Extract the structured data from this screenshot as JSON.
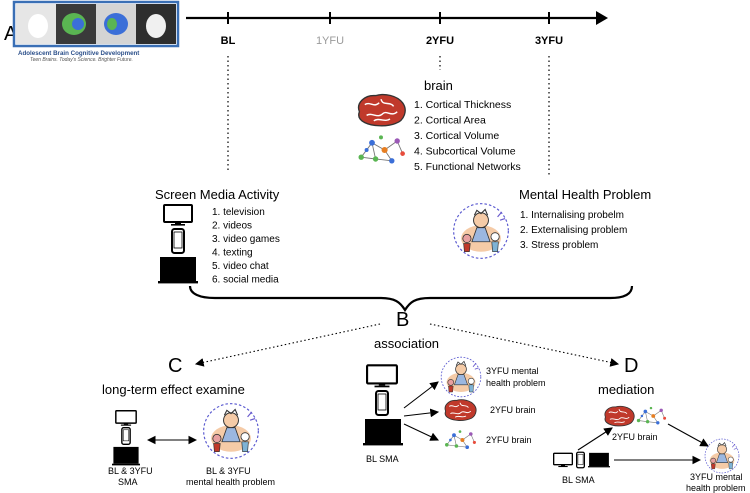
{
  "panel_labels": {
    "a": "A",
    "b": "B",
    "c": "C",
    "d": "D"
  },
  "logo": {
    "name": "Adolescent Brain Cognitive Development",
    "tagline": "Teen Brains. Today's Science. Brighter Future."
  },
  "timeline": {
    "points": [
      {
        "label": "BL",
        "emphasis": true
      },
      {
        "label": "1YFU",
        "emphasis": false
      },
      {
        "label": "2YFU",
        "emphasis": true
      },
      {
        "label": "3YFU",
        "emphasis": true
      }
    ]
  },
  "brain": {
    "title": "brain",
    "items": [
      "1. Cortical Thickness",
      "2. Cortical Area",
      "3. Cortical Volume",
      "4. Subcortical Volume",
      "5. Functional Networks"
    ]
  },
  "sma": {
    "title": "Screen Media Activity",
    "items": [
      "1. television",
      "2. videos",
      "3. video games",
      "4. texting",
      "5. video chat",
      "6. social media"
    ]
  },
  "mental": {
    "title": "Mental Health Problem",
    "items": [
      "1.  Internalising probelm",
      "2.  Externalising problem",
      "3.  Stress problem"
    ]
  },
  "association": {
    "title": "association",
    "targets": [
      "3YFU mental",
      "health problem",
      "2YFU brain",
      "2YFU brain"
    ],
    "source_label": "BL SMA"
  },
  "long_term": {
    "title": "long-term effect examine",
    "left_label_1": "BL & 3YFU",
    "left_label_2": "SMA",
    "right_label_1": "BL & 3YFU",
    "right_label_2": "mental health problem"
  },
  "mediation": {
    "title": "mediation",
    "mediator_label": "2YFU brain",
    "source_label": "BL SMA",
    "outcome_label_1": "3YFU mental",
    "outcome_label_2": "health problem"
  },
  "colors": {
    "brain_red": "#c0392b",
    "network_blue": "#3b6fd8",
    "network_green": "#5ab552",
    "face_peach": "#f5cba7",
    "logo_border": "#3a6fb5",
    "muted_gray": "#9a9a9a"
  }
}
